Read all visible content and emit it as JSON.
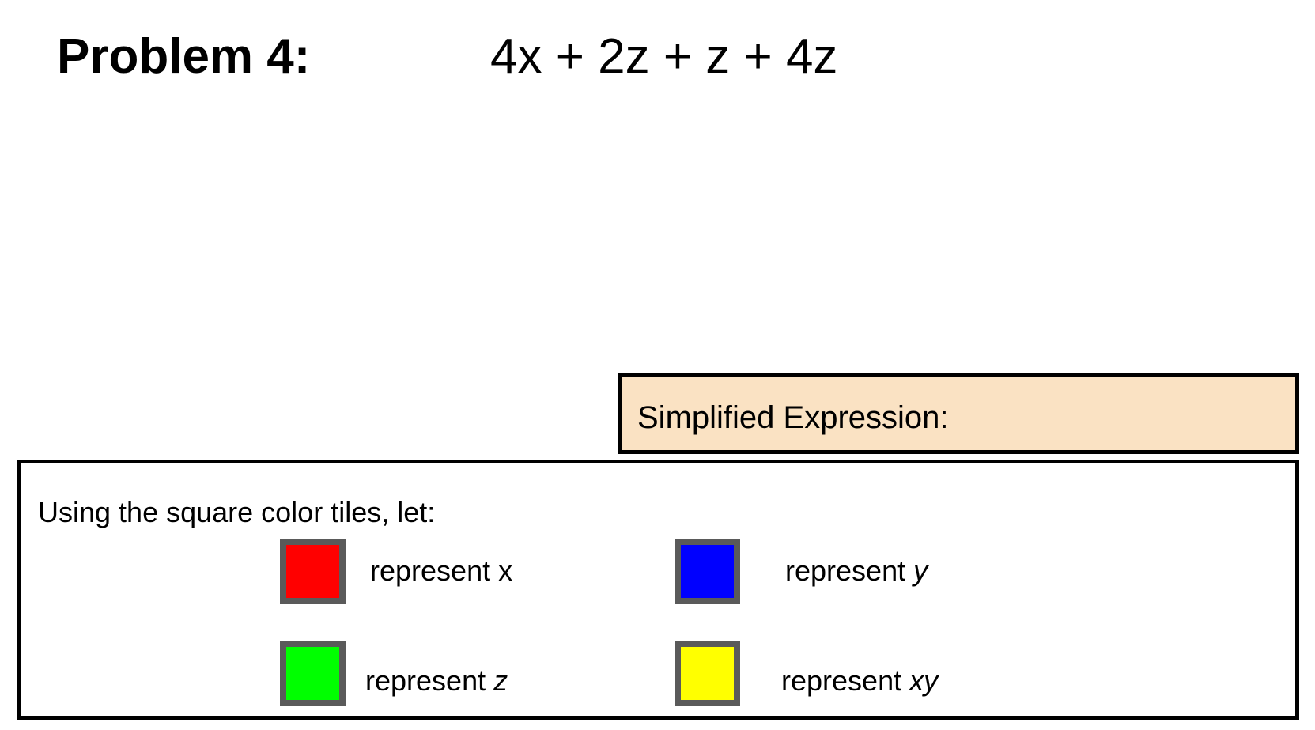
{
  "header": {
    "title": "Problem 4:",
    "expression": "4x + 2z + z + 4z"
  },
  "simplified_box": {
    "label": "Simplified Expression:",
    "bg_color": "#fae2c3",
    "border_color": "#000000"
  },
  "tiles_panel": {
    "instruction": "Using the square color tiles, let:",
    "tile_border_color": "#5a5a5a",
    "tiles": [
      {
        "name": "red",
        "color": "#ff0000",
        "label_prefix": "represent ",
        "variable": "x",
        "variable_style": "upright"
      },
      {
        "name": "blue",
        "color": "#0000ff",
        "label_prefix": "represent ",
        "variable": "y",
        "variable_style": "italic"
      },
      {
        "name": "green",
        "color": "#00ff00",
        "label_prefix": "represent ",
        "variable": "z",
        "variable_style": "italic"
      },
      {
        "name": "yellow",
        "color": "#ffff00",
        "label_prefix": "represent ",
        "variable": "xy",
        "variable_style": "italic"
      }
    ]
  }
}
